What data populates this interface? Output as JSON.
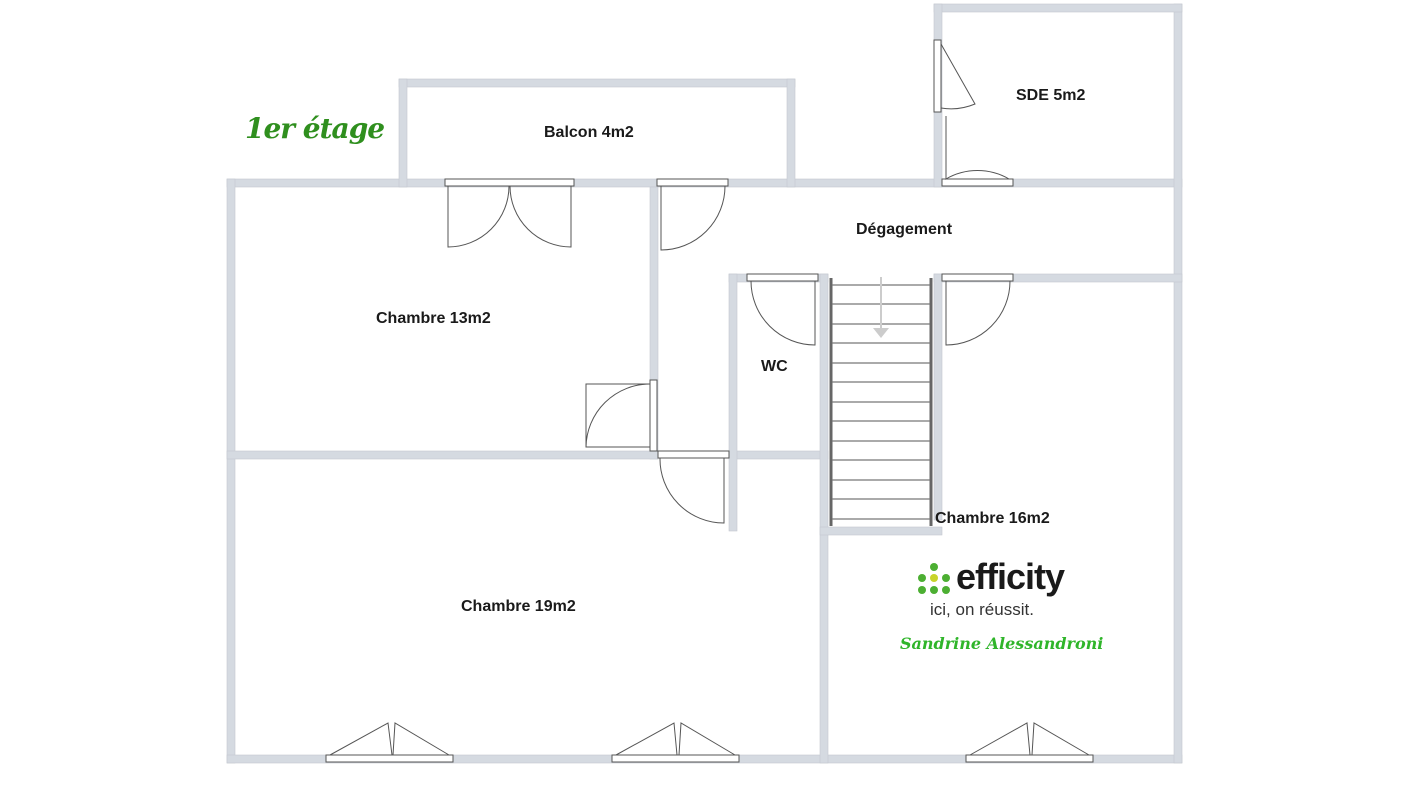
{
  "floor_title": "1er étage",
  "rooms": {
    "balcon": "Balcon 4m2",
    "sde": "SDE 5m2",
    "degagement": "Dégagement",
    "chambre13": "Chambre 13m2",
    "wc": "WC",
    "chambre16": "Chambre 16m2",
    "chambre19": "Chambre 19m2"
  },
  "branding": {
    "name": "efficity",
    "tagline": "ici, on réussit.",
    "agent": "Sandrine Alessandroni"
  },
  "colors": {
    "wall": "#d5dae1",
    "title_green": "#2f8f1e",
    "logo_green": "#4caf32",
    "logo_yellow": "#c8d42a"
  }
}
